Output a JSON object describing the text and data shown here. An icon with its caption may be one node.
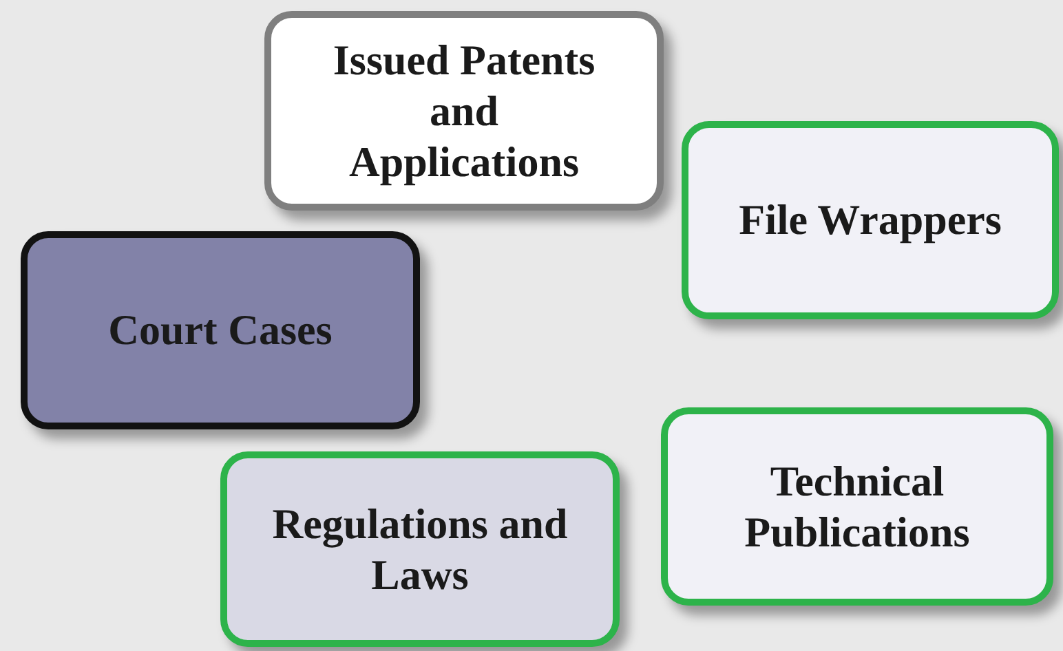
{
  "diagram": {
    "nodes": [
      {
        "text": [
          "Issued Patents and Applications"
        ]
      },
      {
        "text": [
          "File Wrappers"
        ]
      },
      {
        "text": [
          "Court Cases"
        ]
      },
      {
        "text": [
          "Regulations and Laws"
        ]
      },
      {
        "text": [
          "Technical Publications"
        ]
      }
    ]
  }
}
